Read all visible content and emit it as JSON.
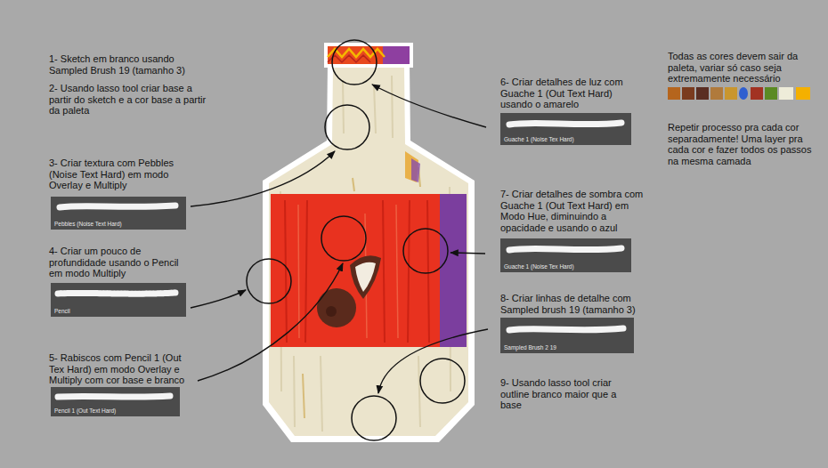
{
  "diagram": {
    "nodes": [
      {
        "text": [
          "Pebbles (Noise Text Hard)"
        ]
      },
      {
        "text": [
          "Pencil"
        ]
      },
      {
        "text": [
          "Pencil 1 (Out Text Hard)"
        ]
      },
      {
        "text": [
          "Guache 1 (Noise Tex Hard)"
        ]
      },
      {
        "text": [
          "Guache 1 (Noise Tex Hard)"
        ]
      },
      {
        "text": [
          "Sampled Brush 2 19"
        ]
      }
    ],
    "labels": [
      "1- Sketch em branco usando Sampled Brush 19 (tamanho 3)",
      "2- Usando lasso tool criar base a partir do sketch e a cor base a partir da paleta",
      "3- Criar textura com Pebbles (Noise Text Hard) em modo Overlay e Multiply",
      "4- Criar um pouco de profundidade usando o Pencil em modo Multiply",
      "5- Rabiscos com Pencil 1 (Out Tex Hard) em modo Overlay e Multiply com cor base e branco",
      "6- Criar detalhes de luz com Guache 1 (Out Text Hard) usando o amarelo",
      "7- Criar detalhes de sombra com Guache 1 (Out Text Hard) em Modo Hue, diminuindo a opacidade e usando o azul",
      "8- Criar linhas de detalhe com Sampled brush 19 (tamanho 3)",
      "9- Usando lasso tool criar outline branco maior que a base",
      "Todas as cores devem sair da paleta, variar só caso seja extremamente necessário",
      "Repetir processo pra cada cor separadamente! Uma layer pra cada cor e fazer todos os passos na mesma camada"
    ]
  }
}
